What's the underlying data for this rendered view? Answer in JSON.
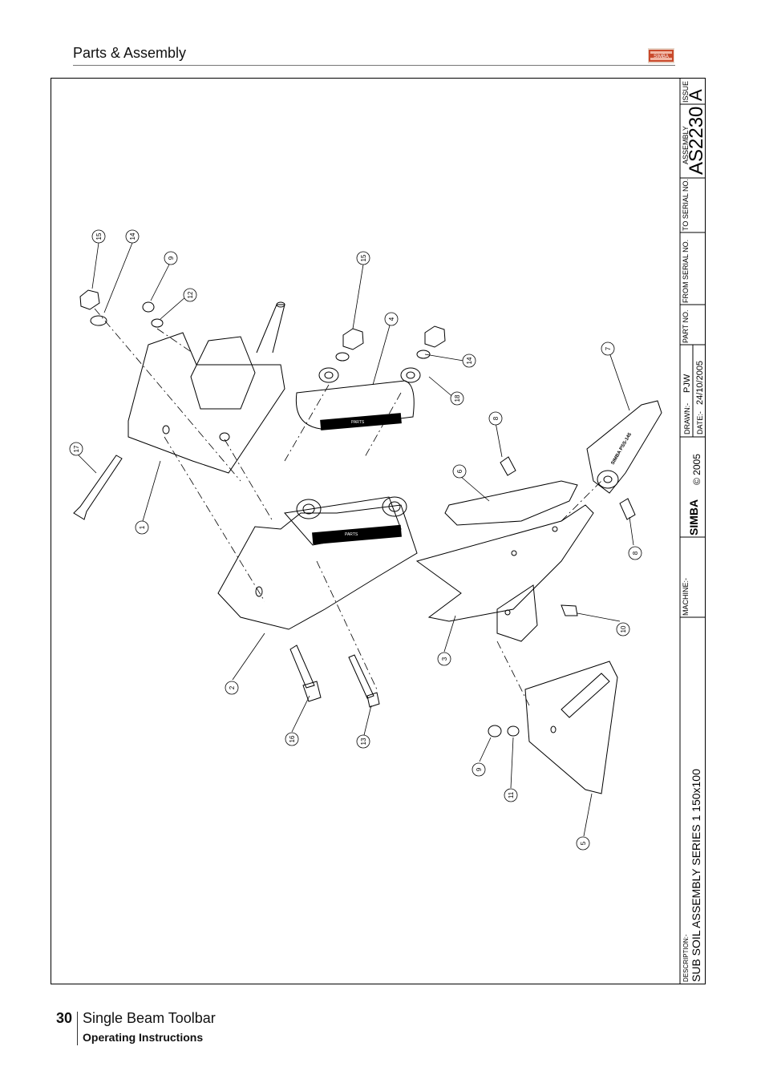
{
  "header": {
    "title": "Parts & Assembly",
    "logo_text": "SIMBA"
  },
  "title_block": {
    "issue_label": "ISSUE",
    "issue_value": "A",
    "assembly_label": "ASSEMBLY",
    "assembly_value": "AS2230",
    "to_serial_label": "TO SERIAL NO.",
    "from_serial_label": "FROM SERIAL NO.",
    "part_no_label": "PART NO.",
    "drawn_label": "DRAWN:-",
    "drawn_value": "PJW",
    "date_label": "DATE:-",
    "date_value": "24/10/2005",
    "brand": "SIMBA",
    "copyright": "© 2005",
    "machine_label": "MACHINE:-",
    "description_label": "DESCRIPTION:-",
    "description_value": "SUB SOIL ASSEMBLY SERIES 1 150x100"
  },
  "balloons": [
    "15",
    "14",
    "9",
    "12",
    "15",
    "4",
    "14",
    "18",
    "7",
    "17",
    "1",
    "8",
    "6",
    "8",
    "2",
    "3",
    "10",
    "16",
    "13",
    "9",
    "11",
    "5"
  ],
  "part_stamps": [
    "PARTS",
    "PARTS",
    "SIMBA PSS-145"
  ],
  "footer": {
    "page_number": "30",
    "title": "Single Beam Toolbar",
    "subtitle": "Operating Instructions"
  }
}
